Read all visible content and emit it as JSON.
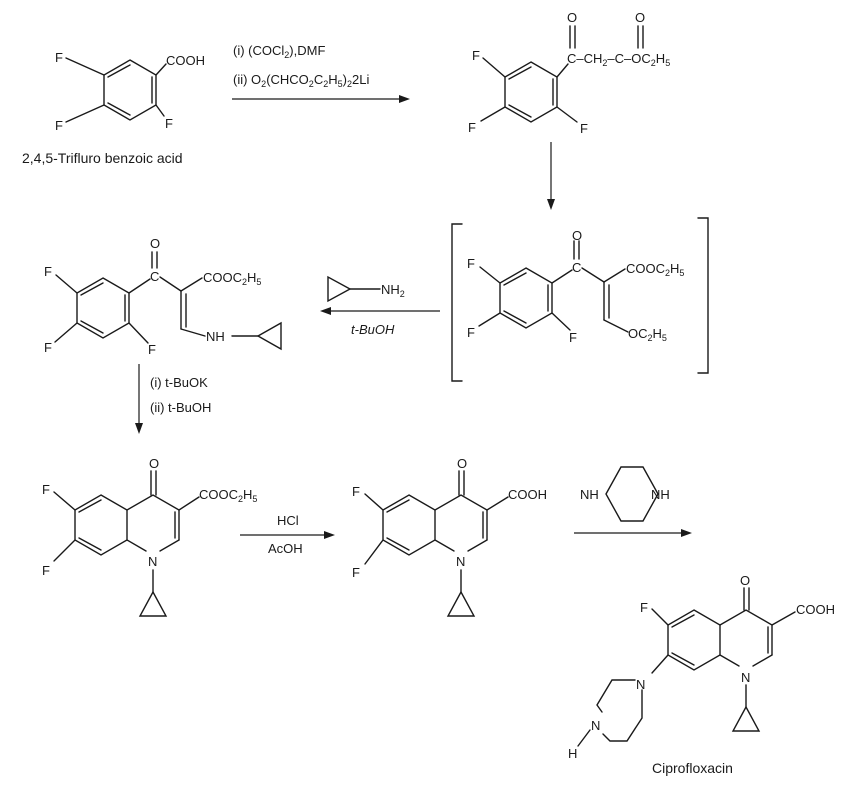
{
  "title": "",
  "compounds": {
    "c1": {
      "subst_1": "COOH",
      "f_a": "F",
      "f_b": "F",
      "f_c": "F",
      "caption": "2,4,5-Trifluro benzoic acid"
    },
    "c2": {
      "o_1": "O",
      "o_2": "O",
      "chain_1": "C",
      "chain_2": "CH",
      "chain_2_sub": "2",
      "chain_3": "C",
      "chain_4": "OC",
      "chain_4_sub": "2",
      "chain_5": "H",
      "chain_5_sub": "5",
      "f_a": "F",
      "f_b": "F",
      "f_c": "F"
    },
    "c3": {
      "o_1": "O",
      "c_1": "C",
      "ester": "COOC",
      "ester_sub1": "2",
      "ester_h": "H",
      "ester_sub2": "5",
      "ethoxy": "OC",
      "ethoxy_sub1": "2",
      "ethoxy_h": "H",
      "ethoxy_sub2": "5",
      "f_a": "F",
      "f_b": "F",
      "f_c": "F"
    },
    "c4": {
      "o_1": "O",
      "c_1": "C",
      "ester": "COOC",
      "ester_sub1": "2",
      "ester_h": "H",
      "ester_sub2": "5",
      "nh": "NH",
      "f_a": "F",
      "f_b": "F",
      "f_c": "F"
    },
    "c5": {
      "o_1": "O",
      "ester": "COOC",
      "ester_sub1": "2",
      "ester_h": "H",
      "ester_sub2": "5",
      "n": "N",
      "f_a": "F",
      "f_b": "F"
    },
    "c6": {
      "o_1": "O",
      "acid": "COOH",
      "n": "N",
      "f_a": "F",
      "f_b": "F"
    },
    "c7": {
      "o_1": "O",
      "acid": "COOH",
      "n1": "N",
      "n2": "N",
      "n3": "N",
      "h": "H",
      "f_a": "F",
      "caption": "Ciprofloxacin"
    }
  },
  "reagents": {
    "r1_line1": "(i) (COCl",
    "r1_line1_sub": "2",
    "r1_line1_end": "),DMF",
    "r1_line2_a": "(ii) O",
    "r1_line2_s1": "2",
    "r1_line2_b": "(CHCO",
    "r1_line2_s2": "2",
    "r1_line2_c": "C",
    "r1_line2_s3": "2",
    "r1_line2_d": "H",
    "r1_line2_s4": "5",
    "r1_line2_e": ")",
    "r1_line2_s5": "2",
    "r1_line2_f": "2Li",
    "r3_nh2": "NH",
    "r3_nh2_sub": "2",
    "r3_solvent": "t-BuOH",
    "r4_line1": "(i) t-BuOK",
    "r4_line2": "(ii) t-BuOH",
    "r5_line1": "HCl",
    "r5_line2": "AcOH",
    "r6_nh_left": "NH",
    "r6_nh_right": "NH"
  }
}
